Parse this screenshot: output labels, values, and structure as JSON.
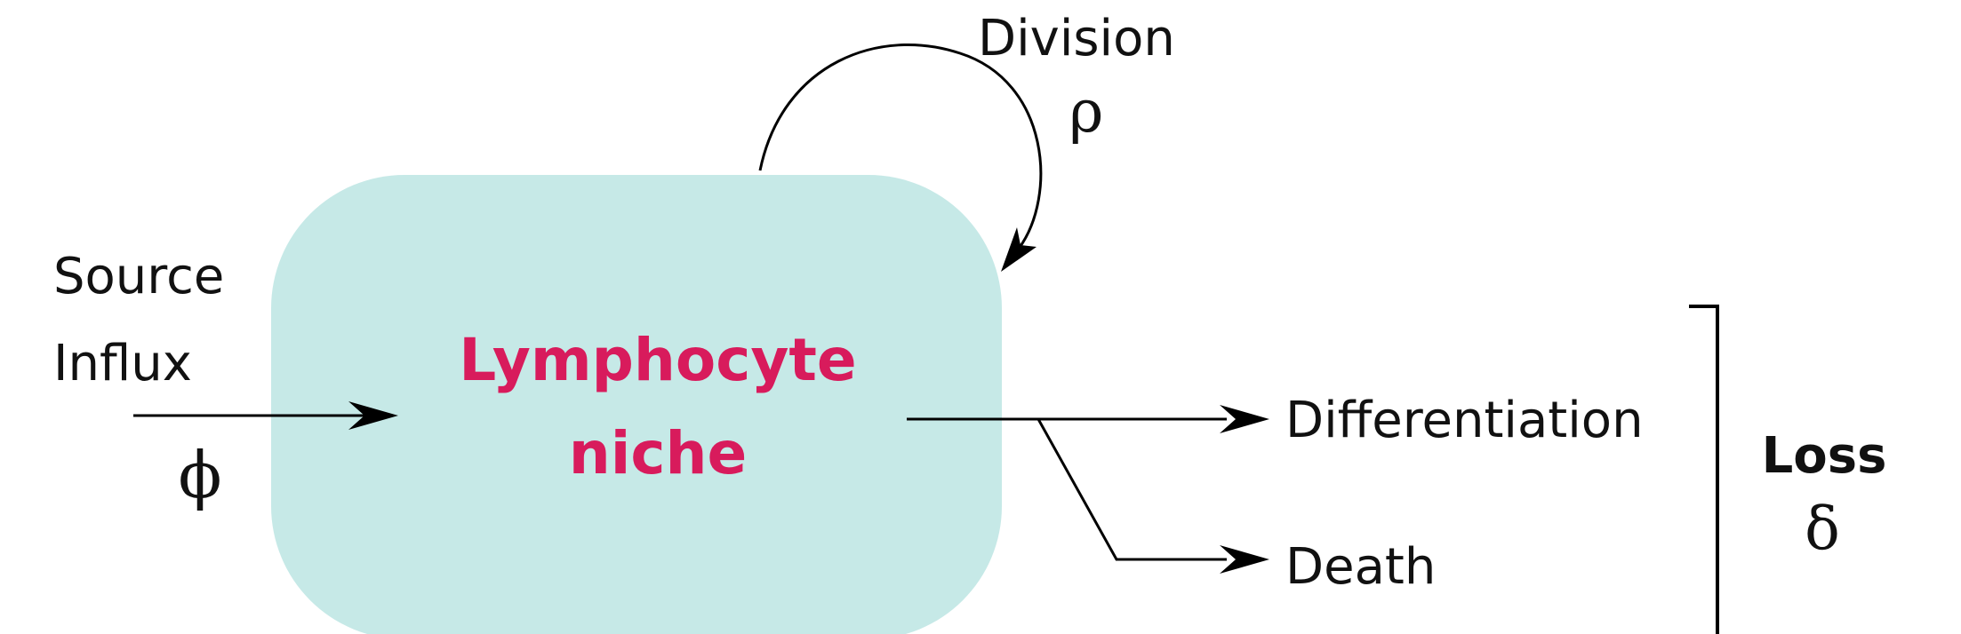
{
  "niche": {
    "title_line1": "Lymphocyte",
    "title_line2": "niche",
    "fill_color": "#c6e9e7",
    "title_color": "#d81b5c"
  },
  "source": {
    "line1": "Source",
    "line2": "Influx",
    "symbol": "ϕ"
  },
  "division": {
    "label": "Division",
    "symbol": "ρ"
  },
  "outputs": {
    "differentiation": "Differentiation",
    "death": "Death"
  },
  "loss": {
    "label": "Loss",
    "symbol": "δ"
  }
}
